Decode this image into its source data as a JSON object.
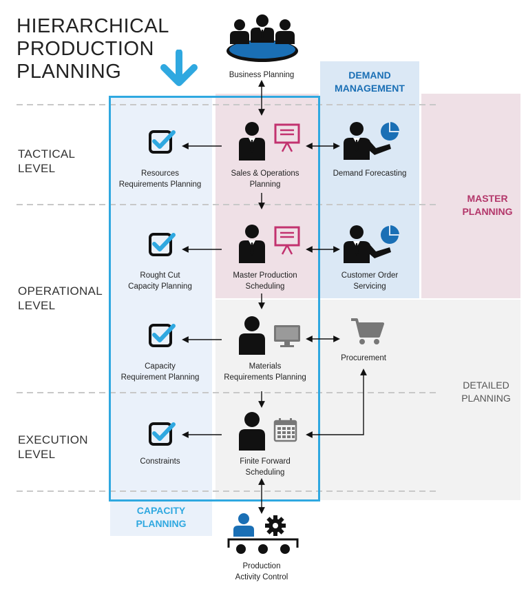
{
  "title": [
    "HIERARCHICAL",
    "PRODUCTION",
    "PLANNING"
  ],
  "levels": {
    "tactical": [
      "TACTICAL",
      "LEVEL"
    ],
    "operational": [
      "OPERATIONAL",
      "LEVEL"
    ],
    "execution": [
      "EXECUTION",
      "LEVEL"
    ]
  },
  "regions": {
    "demand": [
      "DEMAND",
      "MANAGEMENT"
    ],
    "master": [
      "MASTER",
      "PLANNING"
    ],
    "detailed": [
      "DETAILED",
      "PLANNING"
    ],
    "capacity": [
      "CAPACITY",
      "PLANNING"
    ]
  },
  "nodes": {
    "business": [
      "Business Planning"
    ],
    "sop": [
      "Sales & Operations",
      "Planning"
    ],
    "rrp": [
      "Resources",
      "Requirements Planning"
    ],
    "forecast": [
      "Demand Forecasting"
    ],
    "mps": [
      "Master Production",
      "Scheduling"
    ],
    "rccp": [
      "Rought Cut",
      "Capacity Planning"
    ],
    "cos": [
      "Customer Order",
      "Servicing"
    ],
    "mrp": [
      "Materials",
      "Requirements Planning"
    ],
    "crp": [
      "Capacity",
      "Requirement Planning"
    ],
    "procurement": [
      "Procurement"
    ],
    "ffs": [
      "Finite Forward",
      "Scheduling"
    ],
    "constraints": [
      "Constraints"
    ],
    "pac": [
      "Production",
      "Activity Control"
    ]
  },
  "colors": {
    "capacity_blue": "#2fa8e0",
    "demand_blue": "#1a6fb5",
    "master_pink": "#b3366a",
    "detailed_gray": "#555555",
    "demand_bg": "#dbe8f5",
    "master_bg": "#efe0e6",
    "detailed_bg": "#f2f2f2",
    "capacity_bg": "#eaf1fa",
    "presentation_pink": "#c2326f"
  },
  "icons": {
    "business": "group-meeting-icon",
    "sop": "presenter-board-icon",
    "forecast": "presenter-pie-chart-icon",
    "mrp": "person-computer-icon",
    "procurement": "shopping-cart-icon",
    "ffs": "person-calendar-icon",
    "capacity": "checkbox-check-icon",
    "pac": "worker-conveyor-gear-icon",
    "down": "down-arrow-icon"
  }
}
